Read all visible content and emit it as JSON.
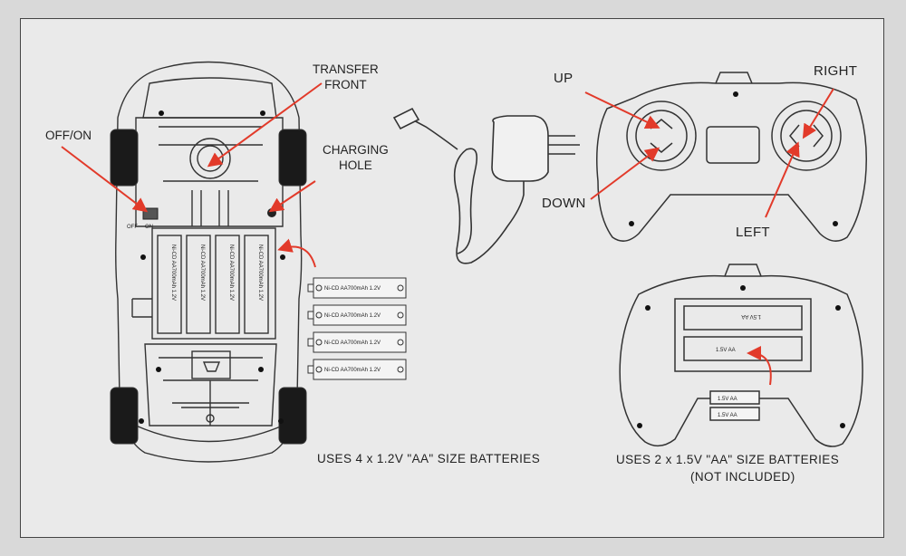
{
  "labels": {
    "transfer_front_1": "TRANSFER",
    "transfer_front_2": "FRONT",
    "off_on": "OFF/ON",
    "charging_hole_1": "CHARGING",
    "charging_hole_2": "HOLE",
    "up": "UP",
    "right": "RIGHT",
    "down": "DOWN",
    "left": "LEFT",
    "switch_off": "OFF",
    "switch_on": "ON"
  },
  "captions": {
    "car_batteries": "USES 4 x 1.2V \"AA\" SIZE BATTERIES",
    "remote_batteries": "USES 2 x 1.5V \"AA\" SIZE BATTERIES",
    "not_included": "(NOT INCLUDED)"
  },
  "car_battery_text": "Ni-CD AA700mAh 1.2V",
  "remote_battery_text": "1.5V AA",
  "colors": {
    "arrow": "#e23a2a",
    "line": "#333333",
    "paper": "#eaeaea"
  }
}
